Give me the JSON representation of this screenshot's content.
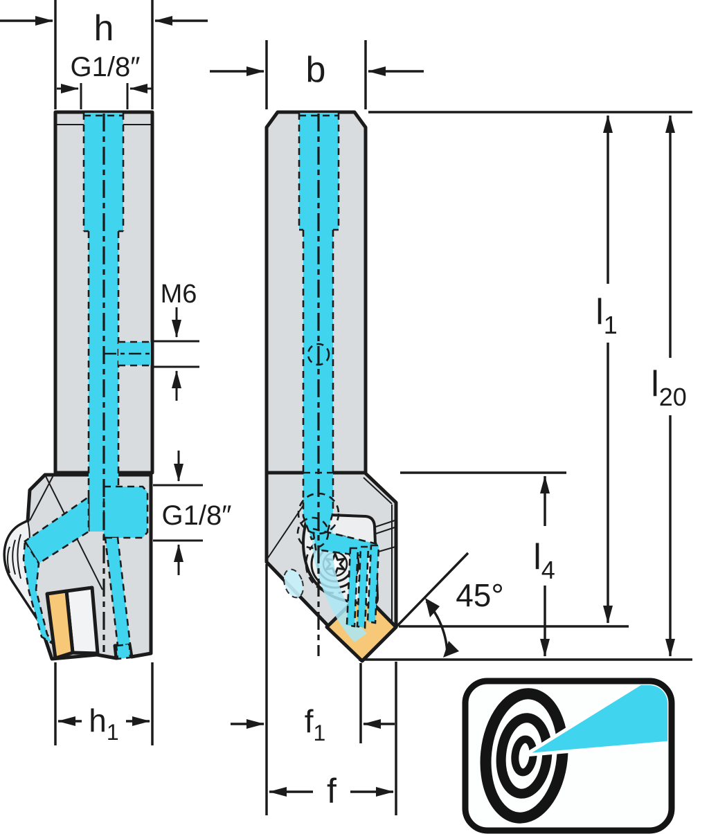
{
  "drawing": {
    "type": "tool-holder-dimension-drawing",
    "labels": {
      "h": "h",
      "g18_top": "G1/8″",
      "m6": "M6",
      "g18_side": "G1/8″",
      "h1_base": "h",
      "h1_sub": "1",
      "b": "b",
      "l1_base": "l",
      "l1_sub": "1",
      "l20_base": "l",
      "l20_sub": "20",
      "l4_base": "l",
      "l4_sub": "4",
      "angle": "45°",
      "f1_base": "f",
      "f1_sub": "1",
      "f": "f"
    },
    "colors": {
      "coolant": "#41D4EF",
      "coolant_light": "#A9E7F6",
      "body": "#D9DCDE",
      "body_light": "#ECEEEF",
      "insert_orange": "#F6C878",
      "insert_steel": "#F2F3F4",
      "outline": "#1B1B1B",
      "icon_black": "#141414",
      "background": "#FFFFFF"
    },
    "icon": {
      "name": "precision-target-icon"
    }
  }
}
